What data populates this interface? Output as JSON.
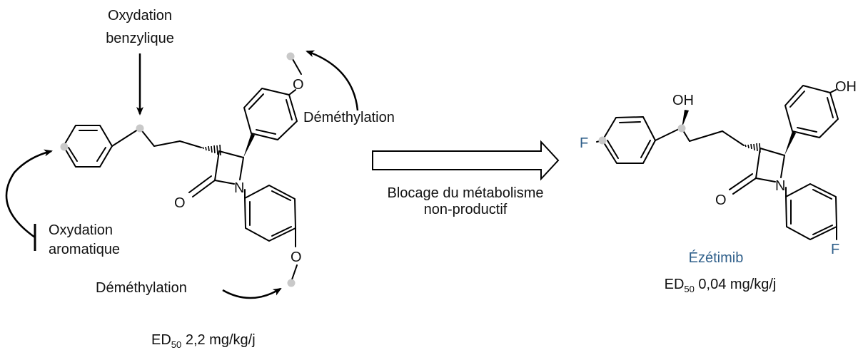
{
  "labels": {
    "oxidation_benzylic_line1": "Oxydation",
    "oxidation_benzylic_line2": "benzylique",
    "demethylation_top": "Déméthylation",
    "oxidation_aromatic_line1": "Oxydation",
    "oxidation_aromatic_line2": "aromatique",
    "demethylation_bottom": "Déméthylation",
    "arrow_caption_line1": "Blocage du métabolisme",
    "arrow_caption_line2": "non-productif",
    "product_name": "Ézétimib",
    "ed50_prefix": "ED",
    "ed50_subscript": "50",
    "ed50_start_value": " 2,2 mg/kg/j",
    "ed50_product_value": " 0,04 mg/kg/j"
  },
  "atoms": {
    "oxygen": "O",
    "nitrogen": "N",
    "hydroxyl": "OH",
    "fluorine": "F"
  },
  "colors": {
    "product_name": "#2f5f8a",
    "metabolic_site": "#c9c9c9"
  }
}
